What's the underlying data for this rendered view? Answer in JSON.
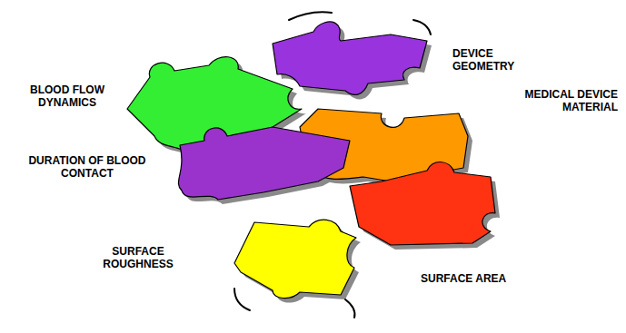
{
  "diagram": {
    "labels": [
      "DEVICE GEOMETRY",
      "BLOOD FLOW DYNAMICS",
      "MEDICAL DEVICE MATERIAL",
      "DURATION OF BLOOD CONTACT",
      "SURFACE ROUGHNESS",
      "SURFACE AREA"
    ]
  }
}
